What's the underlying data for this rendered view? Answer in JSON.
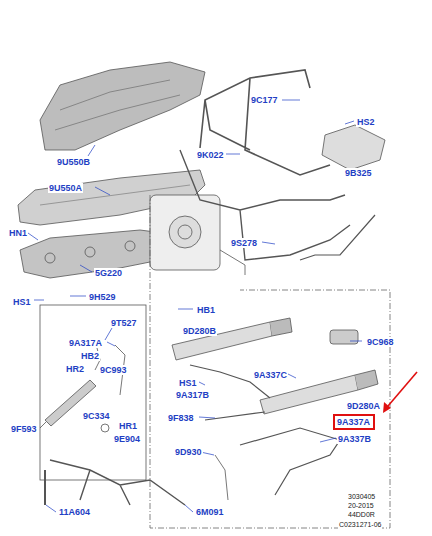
{
  "diagram": {
    "nodes": [
      {
        "text": [
          "9A337A"
        ]
      }
    ],
    "labels": [
      "9C177",
      "HS2",
      "9B325",
      "9K022",
      "9U550B",
      "9U550A",
      "HN1",
      "5G220",
      "9S278",
      "HS1",
      "9H529",
      "9T527",
      "9A317A",
      "HB2",
      "HR2",
      "9C993",
      "9C334",
      "9F593",
      "HR1",
      "9E904",
      "HB1",
      "9D280B",
      "9C968",
      "9A337C",
      "HS1",
      "9A317B",
      "9F838",
      "9D280A",
      "9A337B",
      "9D930",
      "11A604",
      "6M091",
      "3030405",
      "20-2015",
      "44DD0R",
      "C0231271-06"
    ]
  }
}
